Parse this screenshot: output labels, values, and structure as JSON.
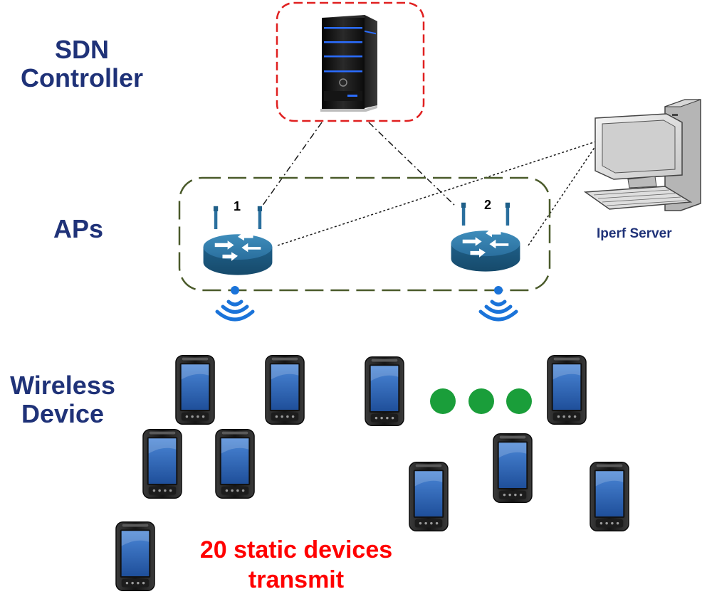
{
  "labels": {
    "sdn_controller_line1": "SDN",
    "sdn_controller_line2": "Controller",
    "aps": "APs",
    "wireless_line1": "Wireless",
    "wireless_line2": "Device",
    "iperf_server": "Iperf Server",
    "ap1_number": "1",
    "ap2_number": "2",
    "static_line1": "20 static  devices",
    "static_line2": "transmit"
  },
  "colors": {
    "label_blue": "#1f3278",
    "accent_red": "#ff0000",
    "controller_border": "#e02020",
    "ap_group_border": "#4a5a2a",
    "router_blue": "#2a6f9e",
    "wifi_blue": "#1a73d9",
    "dot_green": "#1a9e3a",
    "phone_screen": "#2f64b8"
  },
  "icons": [
    "server-icon",
    "router-icon",
    "wifi-icon",
    "smartphone-icon",
    "desktop-computer-icon",
    "ellipsis-dot-icon"
  ]
}
